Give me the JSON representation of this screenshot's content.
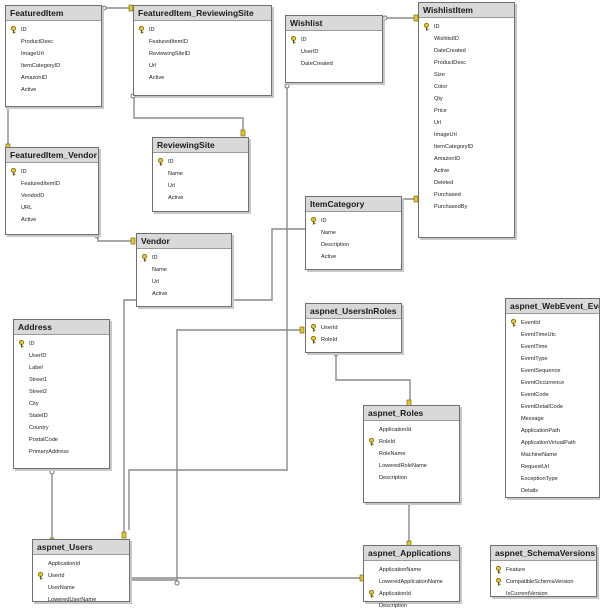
{
  "tables": [
    {
      "id": "featureditem",
      "name": "FeaturedItem",
      "columns": [
        {
          "name": "ID",
          "pk": true
        },
        {
          "name": "ProductDesc"
        },
        {
          "name": "ImageUrl"
        },
        {
          "name": "ItemCategoryID"
        },
        {
          "name": "AmazonID"
        },
        {
          "name": "Active"
        }
      ]
    },
    {
      "id": "featureditem_reviewingsite",
      "name": "FeaturedItem_ReviewingSite",
      "columns": [
        {
          "name": "ID",
          "pk": true
        },
        {
          "name": "FeaturedItemID"
        },
        {
          "name": "ReviewingSiteID"
        },
        {
          "name": "Url"
        },
        {
          "name": "Active"
        }
      ]
    },
    {
      "id": "wishlist",
      "name": "Wishlist",
      "columns": [
        {
          "name": "ID",
          "pk": true
        },
        {
          "name": "UserID"
        },
        {
          "name": "DateCreated"
        }
      ]
    },
    {
      "id": "wishlistitem",
      "name": "WishlistItem",
      "columns": [
        {
          "name": "ID",
          "pk": true
        },
        {
          "name": "WishlistID"
        },
        {
          "name": "DateCreated"
        },
        {
          "name": "ProductDesc"
        },
        {
          "name": "Size"
        },
        {
          "name": "Color"
        },
        {
          "name": "Qty"
        },
        {
          "name": "Price"
        },
        {
          "name": "Url"
        },
        {
          "name": "ImageUrl"
        },
        {
          "name": "ItemCategoryID"
        },
        {
          "name": "AmazonID"
        },
        {
          "name": "Active"
        },
        {
          "name": "Deleted"
        },
        {
          "name": "Purchased"
        },
        {
          "name": "PurchasedBy"
        }
      ]
    },
    {
      "id": "reviewingsite",
      "name": "ReviewingSite",
      "columns": [
        {
          "name": "ID",
          "pk": true
        },
        {
          "name": "Name"
        },
        {
          "name": "Url"
        },
        {
          "name": "Active"
        }
      ]
    },
    {
      "id": "featureditem_vendor",
      "name": "FeaturedItem_Vendor",
      "columns": [
        {
          "name": "ID",
          "pk": true
        },
        {
          "name": "FeaturedItemID"
        },
        {
          "name": "VendorID"
        },
        {
          "name": "URL"
        },
        {
          "name": "Active"
        }
      ]
    },
    {
      "id": "itemcategory",
      "name": "ItemCategory",
      "columns": [
        {
          "name": "ID",
          "pk": true
        },
        {
          "name": "Name"
        },
        {
          "name": "Description"
        },
        {
          "name": "Active"
        }
      ]
    },
    {
      "id": "vendor",
      "name": "Vendor",
      "columns": [
        {
          "name": "ID",
          "pk": true
        },
        {
          "name": "Name"
        },
        {
          "name": "Url"
        },
        {
          "name": "Active"
        }
      ]
    },
    {
      "id": "aspnet_usersinroles",
      "name": "aspnet_UsersInRoles",
      "columns": [
        {
          "name": "UserId",
          "pk": true
        },
        {
          "name": "RoleId",
          "pk": true
        }
      ]
    },
    {
      "id": "address",
      "name": "Address",
      "columns": [
        {
          "name": "ID",
          "pk": true
        },
        {
          "name": "UserID"
        },
        {
          "name": "Label"
        },
        {
          "name": "Street1"
        },
        {
          "name": "Street2"
        },
        {
          "name": "City"
        },
        {
          "name": "StateID"
        },
        {
          "name": "Country"
        },
        {
          "name": "PostalCode"
        },
        {
          "name": "PrimaryAddress"
        }
      ]
    },
    {
      "id": "aspnet_webevent_events",
      "name": "aspnet_WebEvent_Events",
      "columns": [
        {
          "name": "EventId",
          "pk": true
        },
        {
          "name": "EventTimeUtc"
        },
        {
          "name": "EventTime"
        },
        {
          "name": "EventType"
        },
        {
          "name": "EventSequence"
        },
        {
          "name": "EventOccurrence"
        },
        {
          "name": "EventCode"
        },
        {
          "name": "EventDetailCode"
        },
        {
          "name": "Message"
        },
        {
          "name": "ApplicationPath"
        },
        {
          "name": "ApplicationVirtualPath"
        },
        {
          "name": "MachineName"
        },
        {
          "name": "RequestUrl"
        },
        {
          "name": "ExceptionType"
        },
        {
          "name": "Details"
        }
      ]
    },
    {
      "id": "aspnet_roles",
      "name": "aspnet_Roles",
      "columns": [
        {
          "name": "ApplicationId"
        },
        {
          "name": "RoleId",
          "pk": true
        },
        {
          "name": "RoleName"
        },
        {
          "name": "LoweredRoleName"
        },
        {
          "name": "Description"
        }
      ]
    },
    {
      "id": "aspnet_users",
      "name": "aspnet_Users",
      "columns": [
        {
          "name": "ApplicationId"
        },
        {
          "name": "UserId",
          "pk": true
        },
        {
          "name": "UserName"
        },
        {
          "name": "LoweredUserName"
        }
      ]
    },
    {
      "id": "aspnet_applications",
      "name": "aspnet_Applications",
      "columns": [
        {
          "name": "ApplicationName"
        },
        {
          "name": "LoweredApplicationName"
        },
        {
          "name": "ApplicationId",
          "pk": true
        },
        {
          "name": "Description"
        }
      ]
    },
    {
      "id": "aspnet_schemaversions",
      "name": "aspnet_SchemaVersions",
      "columns": [
        {
          "name": "Feature",
          "pk": true
        },
        {
          "name": "CompatibleSchemaVersion",
          "pk": true
        },
        {
          "name": "IsCurrentVersion"
        }
      ]
    }
  ]
}
